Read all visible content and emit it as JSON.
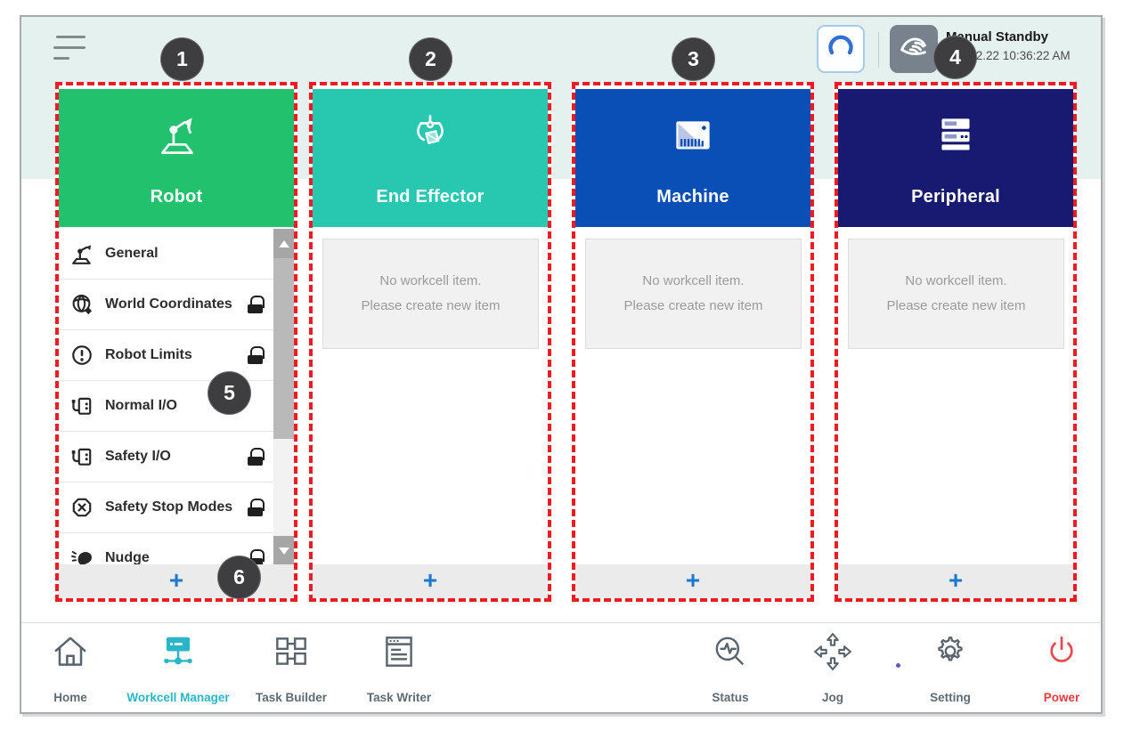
{
  "header": {
    "status_mode": "Manual Standby",
    "status_datetime": "2022.2.22 10:36:22 AM"
  },
  "callouts": [
    "1",
    "2",
    "3",
    "4",
    "5",
    "6"
  ],
  "workcell": {
    "columns": [
      {
        "id": "robot",
        "title": "Robot",
        "color": "#22c16e",
        "add_label": "+"
      },
      {
        "id": "end-effector",
        "title": "End Effector",
        "color": "#27c7b0",
        "empty_line1": "No workcell item.",
        "empty_line2": "Please create new item",
        "add_label": "+"
      },
      {
        "id": "machine",
        "title": "Machine",
        "color": "#0a4fb5",
        "empty_line1": "No workcell item.",
        "empty_line2": "Please create new item",
        "add_label": "+"
      },
      {
        "id": "peripheral",
        "title": "Peripheral",
        "color": "#171a70",
        "empty_line1": "No workcell item.",
        "empty_line2": "Please create new item",
        "add_label": "+"
      }
    ],
    "robot_items": [
      {
        "label": "General",
        "locked": false
      },
      {
        "label": "World Coordinates",
        "locked": true
      },
      {
        "label": "Robot Limits",
        "locked": true
      },
      {
        "label": "Normal I/O",
        "locked": false
      },
      {
        "label": "Safety I/O",
        "locked": true
      },
      {
        "label": "Safety Stop Modes",
        "locked": true
      },
      {
        "label": "Nudge",
        "locked": true
      }
    ]
  },
  "nav": {
    "items": [
      {
        "label": "Home",
        "active": false
      },
      {
        "label": "Workcell Manager",
        "active": true
      },
      {
        "label": "Task Builder",
        "active": false
      },
      {
        "label": "Task Writer",
        "active": false
      },
      {
        "label": "Status",
        "active": false
      },
      {
        "label": "Jog",
        "active": false
      },
      {
        "label": "Setting",
        "active": false
      },
      {
        "label": "Power",
        "active": false
      }
    ]
  },
  "colors": {
    "accent_active_nav": "#2ab5c8",
    "power_red": "#e8393f",
    "callout_dashed_red": "#ed1c24",
    "add_plus_blue": "#1b79cf",
    "topband": "#e5f1ee"
  }
}
